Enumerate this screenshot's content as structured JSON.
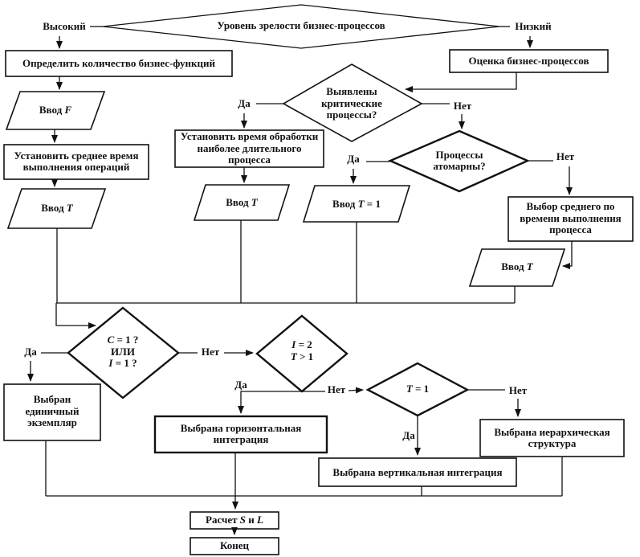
{
  "colors": {
    "ink": "#111111",
    "background": "#ffffff"
  },
  "nodes": {
    "maturity_decision": {
      "lines": [
        [
          {
            "t": "Уровень зрелости бизнес-процессов"
          }
        ]
      ]
    },
    "define_function_count": {
      "lines": [
        [
          {
            "t": "Определить количество бизнес-функций"
          }
        ]
      ]
    },
    "input_f": {
      "lines": [
        [
          {
            "t": "Ввод "
          },
          {
            "t": "F",
            "i": true
          }
        ]
      ]
    },
    "set_avg_operation_time": {
      "lines": [
        [
          {
            "t": "Установить среднее время"
          }
        ],
        [
          {
            "t": "выполнения операций"
          }
        ]
      ]
    },
    "input_t_left": {
      "lines": [
        [
          {
            "t": "Ввод "
          },
          {
            "t": "T",
            "i": true
          }
        ]
      ]
    },
    "assess_processes": {
      "lines": [
        [
          {
            "t": "Оценка бизнес-процессов"
          }
        ]
      ]
    },
    "critical_decision": {
      "lines": [
        [
          {
            "t": "Выявлены"
          }
        ],
        [
          {
            "t": "критические"
          }
        ],
        [
          {
            "t": "процессы?"
          }
        ]
      ]
    },
    "set_longest_time": {
      "lines": [
        [
          {
            "t": "Установить время обработки"
          }
        ],
        [
          {
            "t": "наиболее длительного"
          }
        ],
        [
          {
            "t": "процесса"
          }
        ]
      ]
    },
    "input_t_mid": {
      "lines": [
        [
          {
            "t": "Ввод "
          },
          {
            "t": "T",
            "i": true
          }
        ]
      ]
    },
    "atomic_decision": {
      "lines": [
        [
          {
            "t": "Процессы"
          }
        ],
        [
          {
            "t": "атомарны?"
          }
        ]
      ]
    },
    "input_t_eq1": {
      "lines": [
        [
          {
            "t": "Ввод "
          },
          {
            "t": "T",
            "i": true
          },
          {
            "t": " = 1"
          }
        ]
      ]
    },
    "choose_avg_time": {
      "lines": [
        [
          {
            "t": "Выбор среднего по"
          }
        ],
        [
          {
            "t": "времени выполнения"
          }
        ],
        [
          {
            "t": "процесса"
          }
        ]
      ]
    },
    "input_t_right": {
      "lines": [
        [
          {
            "t": "Ввод "
          },
          {
            "t": "T",
            "i": true
          }
        ]
      ]
    },
    "c1_decision": {
      "lines": [
        [
          {
            "t": "C",
            "i": true
          },
          {
            "t": " = 1 ?"
          }
        ],
        [
          {
            "t": "ИЛИ"
          }
        ],
        [
          {
            "t": "I",
            "i": true
          },
          {
            "t": " = 1 ?"
          }
        ]
      ]
    },
    "i2_decision": {
      "lines": [
        [
          {
            "t": "I",
            "i": true
          },
          {
            "t": " = 2"
          }
        ],
        [
          {
            "t": "T",
            "i": true
          },
          {
            "t": " > 1"
          }
        ]
      ]
    },
    "t1_decision": {
      "lines": [
        [
          {
            "t": "T",
            "i": true
          },
          {
            "t": " = 1"
          }
        ]
      ]
    },
    "single_instance": {
      "lines": [
        [
          {
            "t": "Выбран"
          }
        ],
        [
          {
            "t": "единичный"
          }
        ],
        [
          {
            "t": "экземпляр"
          }
        ]
      ]
    },
    "horizontal_integration": {
      "lines": [
        [
          {
            "t": "Выбрана горизонтальная"
          }
        ],
        [
          {
            "t": "интеграция"
          }
        ]
      ]
    },
    "hierarchical_structure": {
      "lines": [
        [
          {
            "t": "Выбрана иерархическая"
          }
        ],
        [
          {
            "t": "структура"
          }
        ]
      ]
    },
    "vertical_integration": {
      "lines": [
        [
          {
            "t": "Выбрана вертикальная интеграция"
          }
        ]
      ]
    },
    "calc_s_l": {
      "lines": [
        [
          {
            "t": "Расчет "
          },
          {
            "t": "S",
            "i": true
          },
          {
            "t": " и "
          },
          {
            "t": "L",
            "i": true
          }
        ]
      ]
    },
    "end_node": {
      "lines": [
        [
          {
            "t": "Конец"
          }
        ]
      ]
    }
  },
  "labels": {
    "high": "Высокий",
    "low": "Низкий",
    "yes_critical": "Да",
    "no_critical": "Нет",
    "yes_atomic": "Да",
    "no_atomic": "Нет",
    "yes_c1": "Да",
    "no_c1": "Нет",
    "yes_i2": "Да",
    "no_i2": "Нет",
    "yes_t1": "Да",
    "no_t1": "Нет"
  }
}
